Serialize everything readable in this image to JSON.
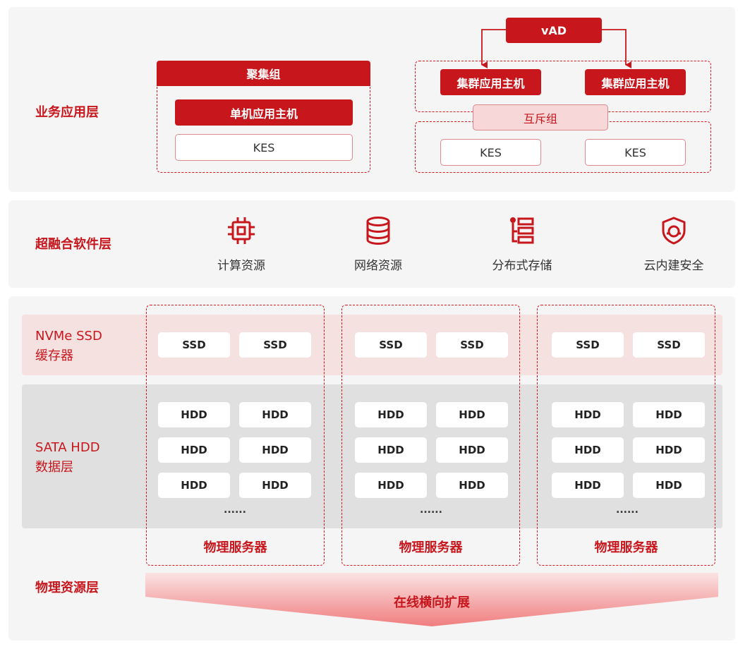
{
  "colors": {
    "accent": "#c7161c",
    "panel": "#f5f5f5",
    "ssd_band": "#f6e1e1",
    "hdd_band": "#e0e0e0",
    "mutex_bg": "#f7d7d7"
  },
  "app_layer": {
    "label": "业务应用层",
    "cluster_group": {
      "title": "聚集组",
      "host": "单机应用主机",
      "db": "KES"
    },
    "vad": "vAD",
    "hosts": [
      "集群应用主机",
      "集群应用主机"
    ],
    "mutex_group": "互斥组",
    "dbs": [
      "KES",
      "KES"
    ]
  },
  "software_layer": {
    "label": "超融合软件层",
    "items": [
      {
        "icon": "chip-icon",
        "label": "计算资源"
      },
      {
        "icon": "database-icon",
        "label": "网络资源"
      },
      {
        "icon": "distributed-storage-icon",
        "label": "分布式存储"
      },
      {
        "icon": "shield-cloud-icon",
        "label": "云内建安全"
      }
    ]
  },
  "physical_layer": {
    "label": "物理资源层",
    "ssd_label": "NVMe SSD\n缓存器",
    "hdd_label": "SATA HDD\n数据层",
    "ssd": "SSD",
    "hdd": "HDD",
    "ellipsis": "......",
    "servers": [
      "物理服务器",
      "物理服务器",
      "物理服务器"
    ],
    "scale_out": "在线横向扩展"
  }
}
